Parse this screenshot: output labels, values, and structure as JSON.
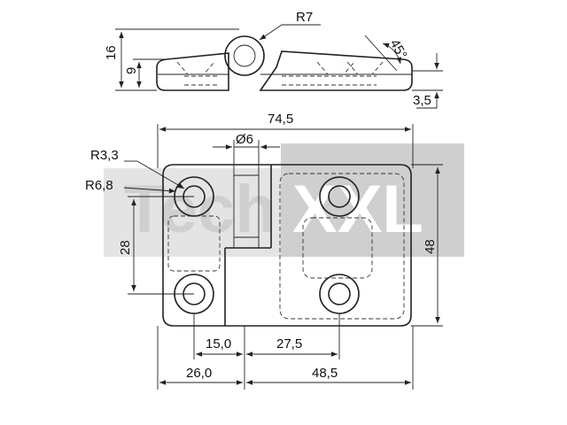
{
  "watermark": {
    "left": "Tech",
    "right": "XXL"
  },
  "side_view": {
    "radius_label": "R7",
    "height_label": "16",
    "thickness_label": "9",
    "angle_label": "45°",
    "offset_label": "3,5"
  },
  "front_view": {
    "width_label": "74,5",
    "pin_diameter_label": "Ø6",
    "hole_radius_label": "R3,3",
    "boss_radius_label": "R6,8",
    "hole_spacing_label": "28",
    "height_label": "48",
    "left_hole_offset_label": "15,0",
    "right_hole_offset_label": "27,5",
    "left_leaf_label": "26,0",
    "right_leaf_label": "48,5"
  },
  "colors": {
    "line": "#222222",
    "watermark_bg": "#cfcfcf"
  }
}
